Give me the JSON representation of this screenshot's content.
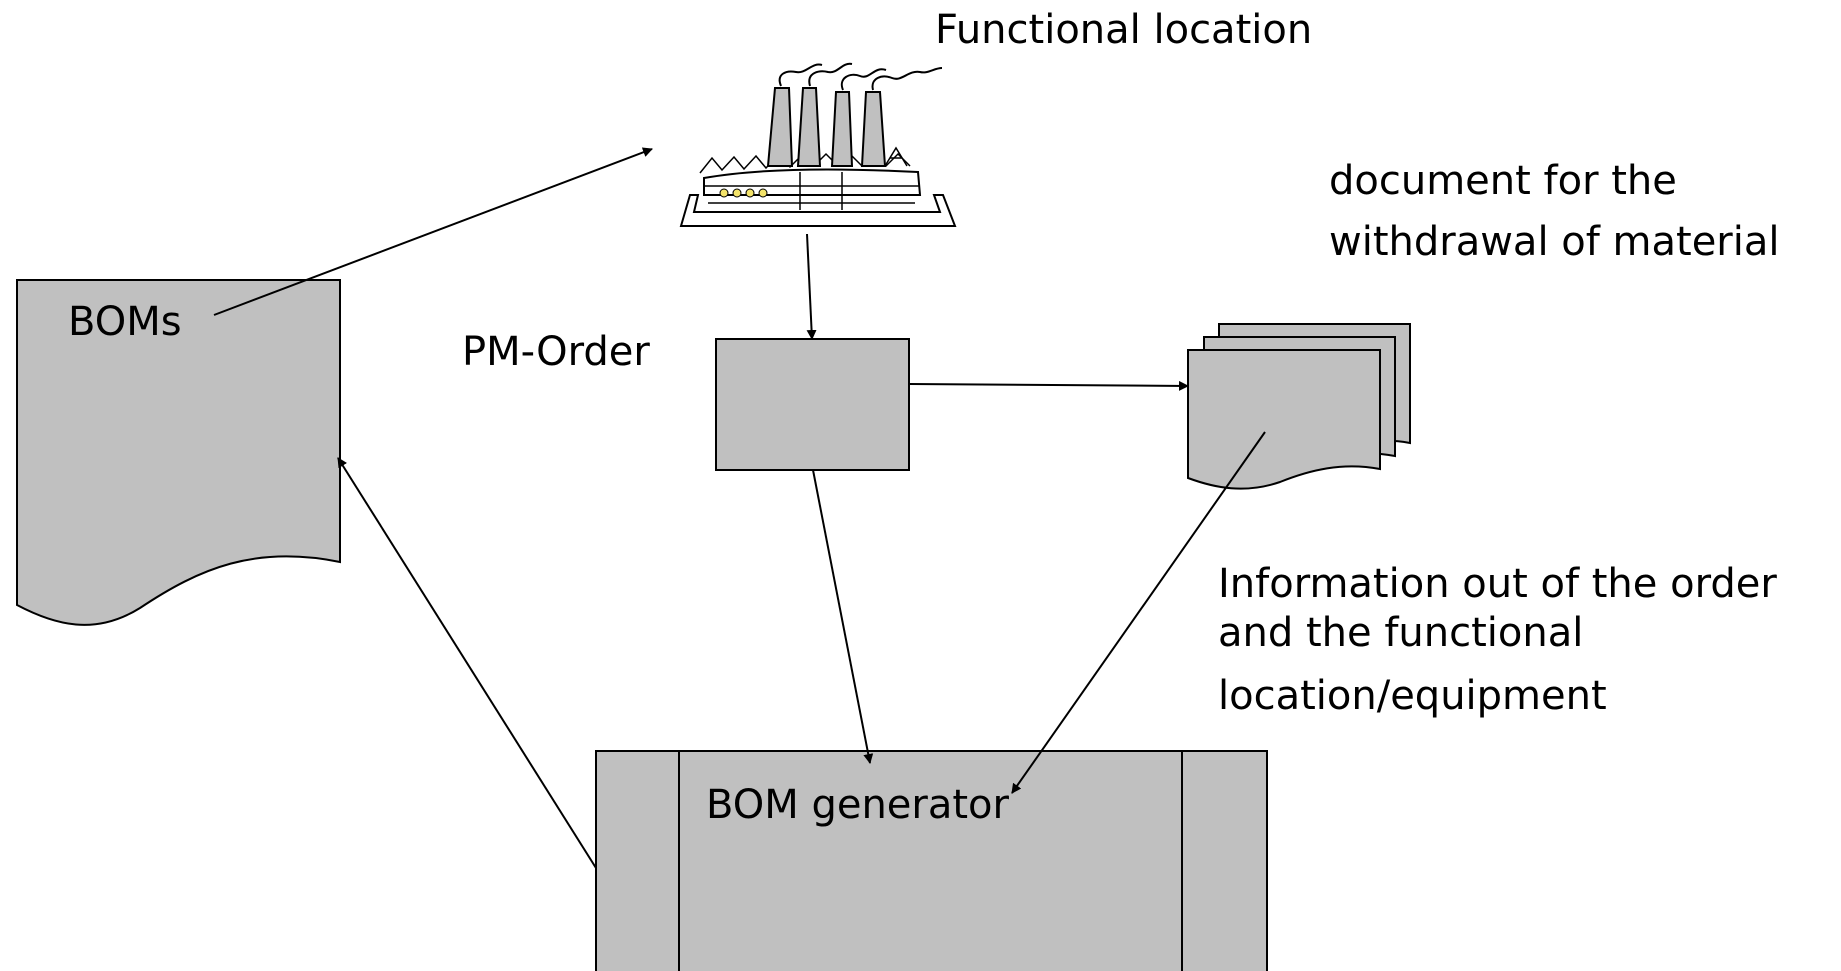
{
  "labels": {
    "functional_location": "Functional location",
    "boms": "BOMs",
    "pm_order": "PM-Order",
    "document_line1": "document for the",
    "document_line2": "withdrawal of material",
    "info_line1": "Information out of the order",
    "info_line2": "and the functional",
    "info_line3": "location/equipment",
    "bom_generator": "BOM generator"
  },
  "colors": {
    "shape_fill": "#c0c0c0",
    "stroke": "#000000",
    "background": "#ffffff"
  },
  "icons": {
    "factory": "factory-icon"
  }
}
